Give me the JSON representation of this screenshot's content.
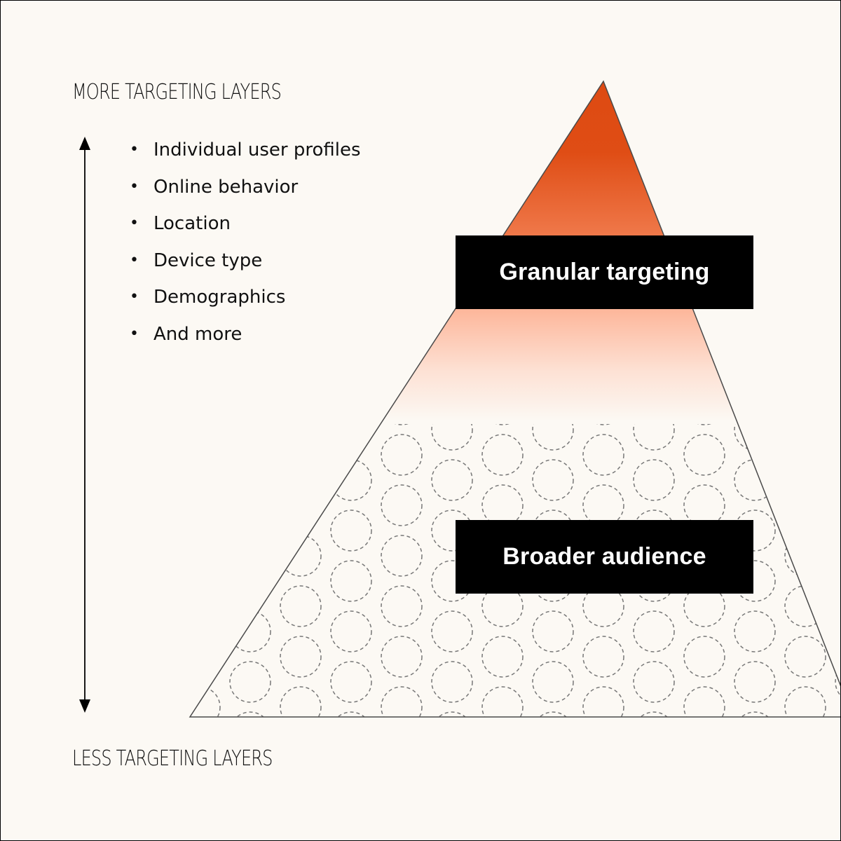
{
  "axis": {
    "top_label": "MORE TARGETING LAYERS",
    "bottom_label": "LESS TARGETING LAYERS"
  },
  "bullets": [
    "Individual user profiles",
    "Online behavior",
    "Location",
    "Device type",
    "Demographics",
    "And more"
  ],
  "pyramid": {
    "top_tier_label": "Granular targeting",
    "bottom_tier_label": "Broader audience"
  },
  "colors": {
    "background": "#fcf9f4",
    "accent_dark": "#de4a12",
    "accent_light": "#fdbfa6",
    "label_bg": "#000000",
    "label_text": "#ffffff"
  }
}
